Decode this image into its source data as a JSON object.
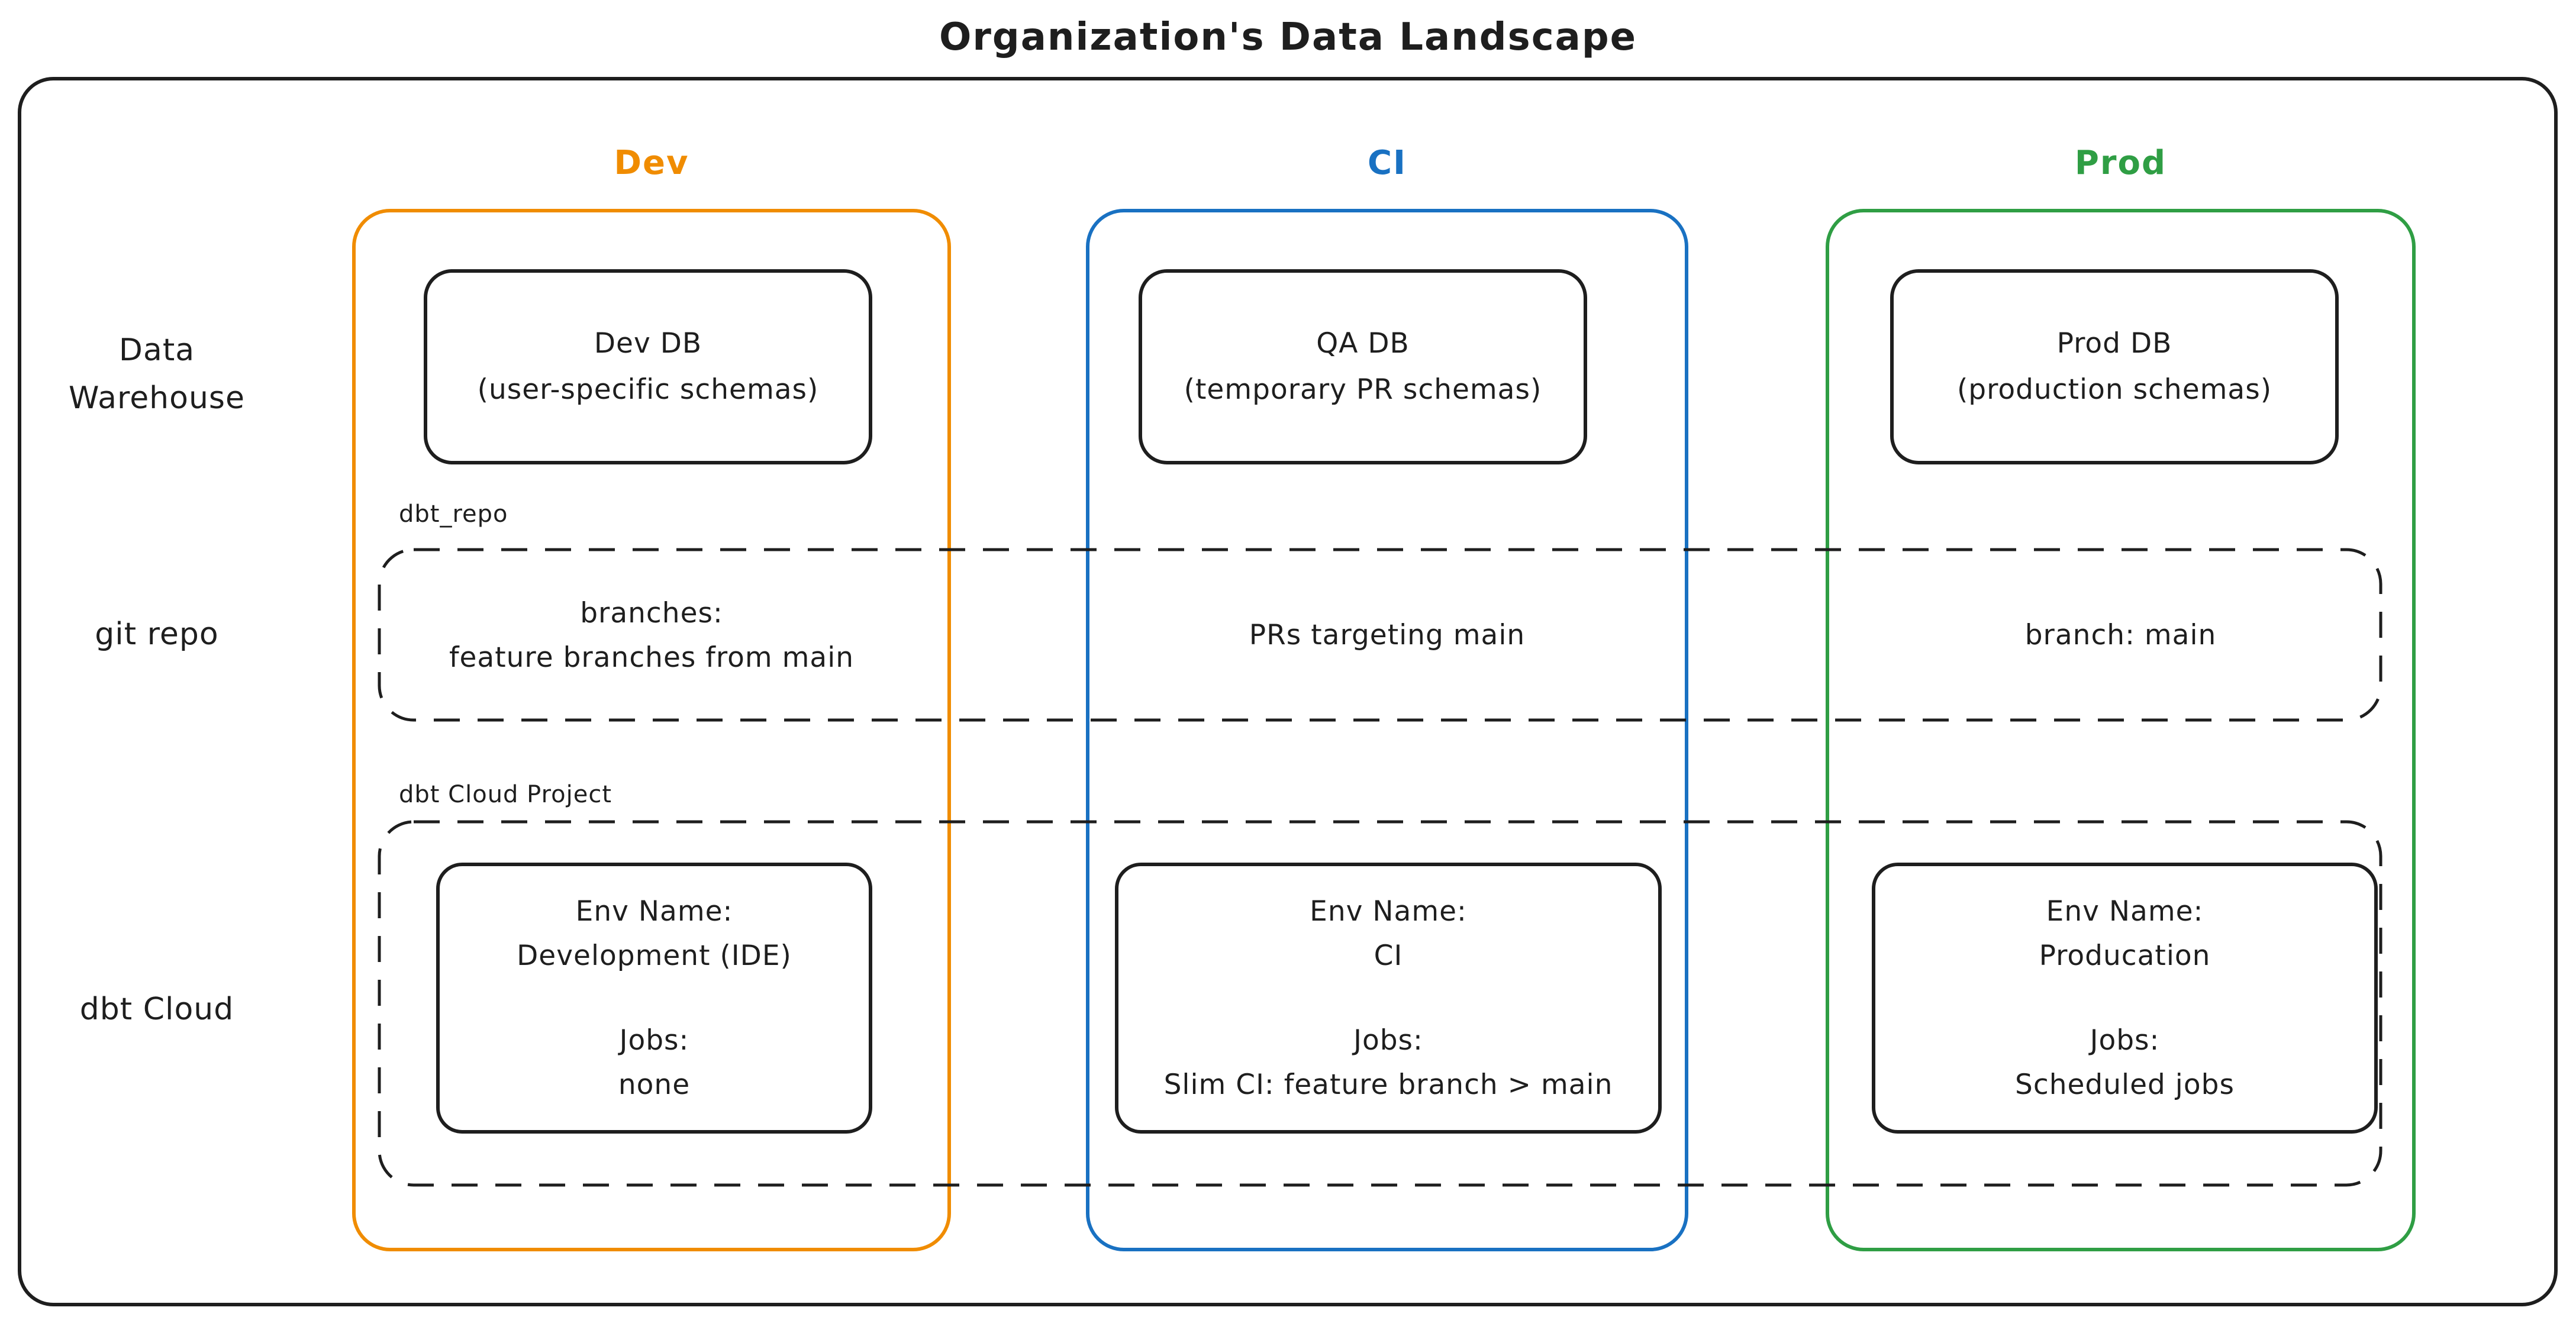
{
  "title": "Organization's Data Landscape",
  "ink_color": "#1e1e1e",
  "row_labels": {
    "data_warehouse_line1": "Data",
    "data_warehouse_line2": "Warehouse",
    "git_repo": "git repo",
    "dbt_cloud": "dbt Cloud"
  },
  "overlay_labels": {
    "git_box": "dbt_repo",
    "dbt_box": "dbt Cloud Project"
  },
  "columns": [
    {
      "label": "Dev",
      "color": "#f08c00",
      "db_line1": "Dev DB",
      "db_line2": "(user-specific schemas)",
      "git_line1": "branches:",
      "git_line2": "feature branches from main",
      "env_name_label": "Env Name:",
      "env_name": "Development (IDE)",
      "jobs_label": "Jobs:",
      "jobs": "none"
    },
    {
      "label": "CI",
      "color": "#1971c2",
      "db_line1": "QA DB",
      "db_line2": "(temporary PR schemas)",
      "git_line1": "PRs targeting main",
      "git_line2": "",
      "env_name_label": "Env Name:",
      "env_name": "CI",
      "jobs_label": "Jobs:",
      "jobs": "Slim CI: feature branch > main"
    },
    {
      "label": "Prod",
      "color": "#2f9e44",
      "db_line1": "Prod DB",
      "db_line2": "(production schemas)",
      "git_line1": "branch: main",
      "git_line2": "",
      "env_name_label": "Env Name:",
      "env_name": "Producation",
      "jobs_label": "Jobs:",
      "jobs": "Scheduled jobs"
    }
  ]
}
